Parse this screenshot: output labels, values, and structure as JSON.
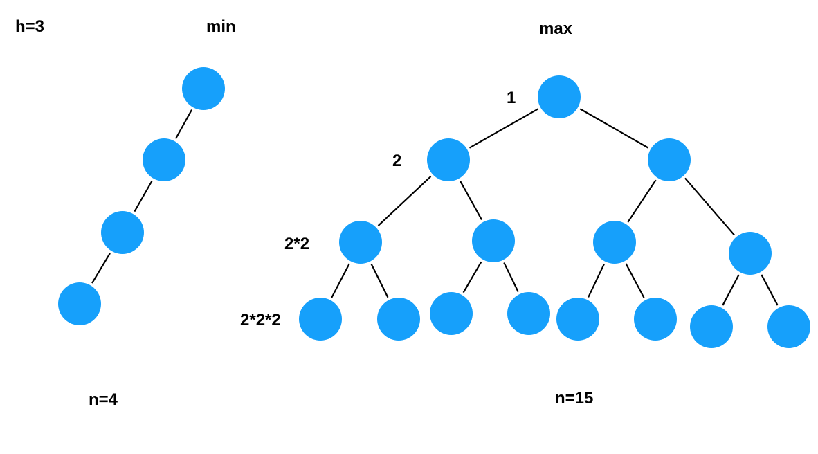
{
  "labels": {
    "height": "h=3",
    "min_title": "min",
    "max_title": "max",
    "min_count": "n=4",
    "max_count": "n=15",
    "level_1": "1",
    "level_2": "2",
    "level_3": "2*2",
    "level_4": "2*2*2"
  },
  "colors": {
    "node_fill": "#16a0fb",
    "edge": "#000000",
    "text": "#000000"
  },
  "min_tree": {
    "node_count": 4,
    "edges": [
      [
        0,
        1
      ],
      [
        1,
        2
      ],
      [
        2,
        3
      ]
    ]
  },
  "max_tree": {
    "node_count": 15,
    "edges": [
      [
        0,
        1
      ],
      [
        0,
        2
      ],
      [
        1,
        3
      ],
      [
        1,
        4
      ],
      [
        2,
        5
      ],
      [
        2,
        6
      ],
      [
        3,
        7
      ],
      [
        3,
        8
      ],
      [
        4,
        9
      ],
      [
        4,
        10
      ],
      [
        5,
        11
      ],
      [
        5,
        12
      ],
      [
        6,
        13
      ],
      [
        6,
        14
      ]
    ]
  }
}
